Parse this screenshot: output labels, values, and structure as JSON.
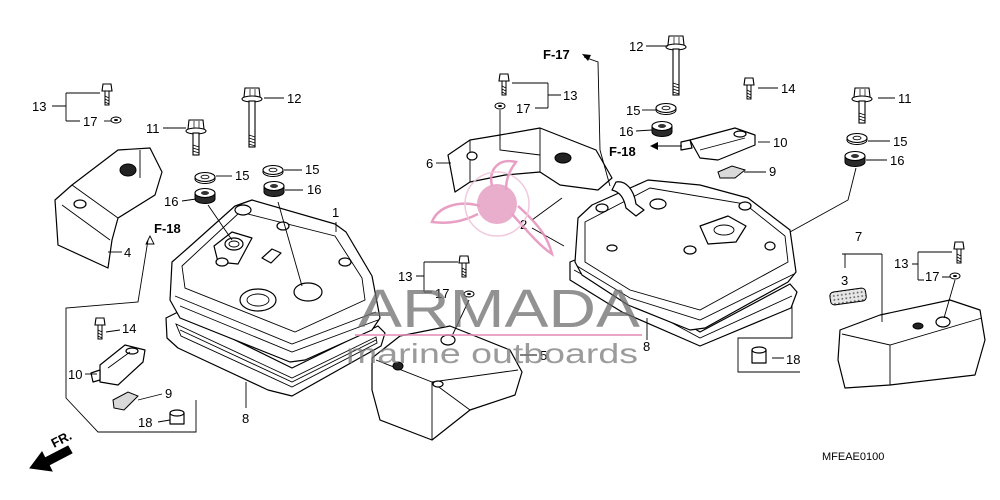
{
  "watermark": {
    "brand": "ARMADA",
    "tagline": "marine outboards"
  },
  "diagram": {
    "reference_f17": "F-17",
    "reference_f18_left": "F-18",
    "reference_f18_right": "F-18",
    "front_arrow": "FR.",
    "drawing_code": "MFEAE0100",
    "callouts": [
      {
        "part": "13"
      },
      {
        "part": "17"
      },
      {
        "part": "11"
      },
      {
        "part": "12"
      },
      {
        "part": "15"
      },
      {
        "part": "16"
      },
      {
        "part": "15"
      },
      {
        "part": "16"
      },
      {
        "part": "1"
      },
      {
        "part": "4"
      },
      {
        "part": "14"
      },
      {
        "part": "10"
      },
      {
        "part": "9"
      },
      {
        "part": "18"
      },
      {
        "part": "8"
      },
      {
        "part": "13"
      },
      {
        "part": "17"
      },
      {
        "part": "5"
      },
      {
        "part": "13"
      },
      {
        "part": "17"
      },
      {
        "part": "6"
      },
      {
        "part": "2"
      },
      {
        "part": "12"
      },
      {
        "part": "15"
      },
      {
        "part": "16"
      },
      {
        "part": "14"
      },
      {
        "part": "10"
      },
      {
        "part": "9"
      },
      {
        "part": "8"
      },
      {
        "part": "18"
      },
      {
        "part": "11"
      },
      {
        "part": "15"
      },
      {
        "part": "16"
      },
      {
        "part": "7"
      },
      {
        "part": "3"
      },
      {
        "part": "13"
      },
      {
        "part": "17"
      }
    ]
  },
  "colors": {
    "background": "#ffffff",
    "line": "#000000",
    "watermark_pink": "#e58fba",
    "watermark_gray": "#6e6e6e"
  }
}
